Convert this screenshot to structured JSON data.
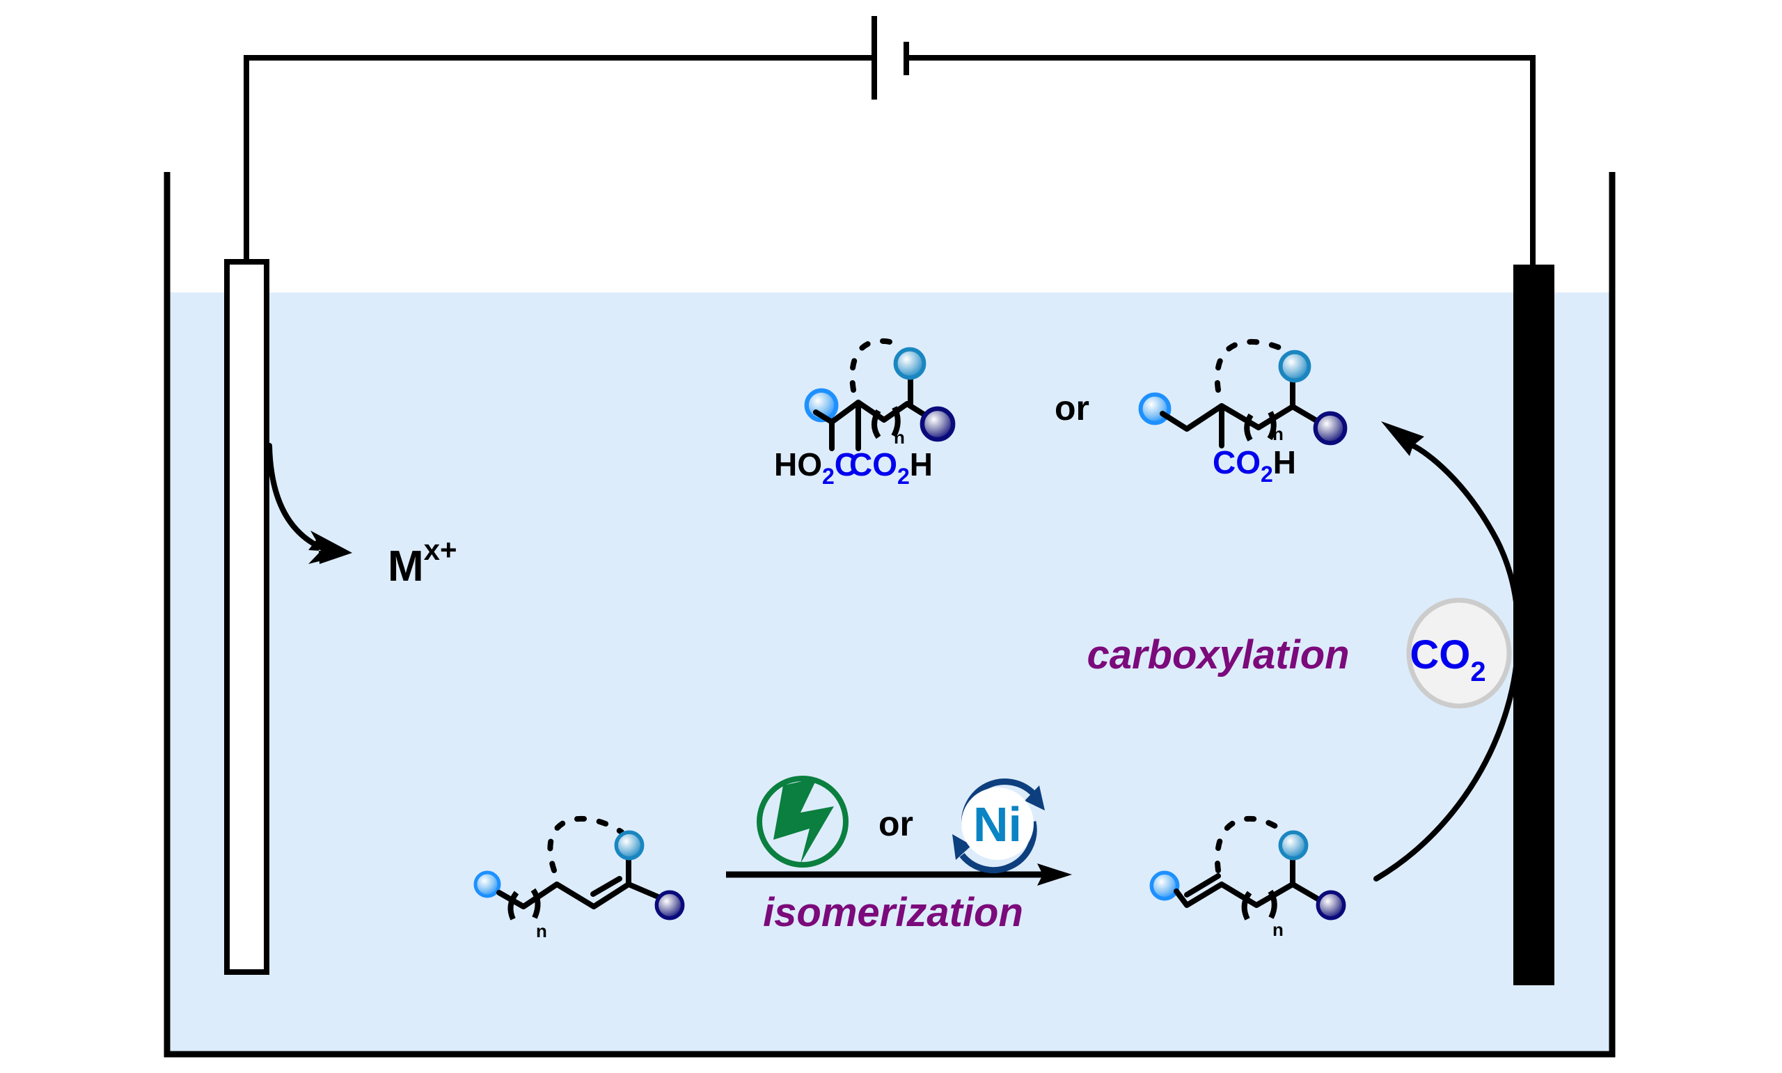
{
  "figure": {
    "title": "Electrochemical isomerization / carboxylation of alkenes with CO2",
    "cell": {
      "anode_label": "",
      "cathode_label": "",
      "electrolyte_color": "#ddecfb",
      "anode_fill": "#ffffff",
      "cathode_fill": "#000000"
    },
    "metal_ion": {
      "base": "M",
      "superscript": "x+"
    },
    "starting_material": {
      "repeat_subscript": "n",
      "description": "internal alkene with ring (dashed) substituents"
    },
    "isomerization": {
      "label": "isomerization",
      "connector": "or",
      "catalysts": [
        {
          "name": "electrochemistry",
          "icon": "lightning-bolt-icon",
          "color": "#0a7f3f"
        },
        {
          "name": "nickel catalysis",
          "icon": "ni-cycle-icon",
          "text": "Ni",
          "ring_color": "#0d3f7e",
          "text_color": "#0a84c4"
        }
      ]
    },
    "terminal_alkene": {
      "repeat_subscript": "n"
    },
    "carboxylation": {
      "label": "carboxylation",
      "reagent": {
        "base": "CO",
        "subscript": "2"
      },
      "reagent_bubble_fill": "#f2f2f2",
      "reagent_bubble_stroke": "#cccccc"
    },
    "products": {
      "connector": "or",
      "dicarboxylic": {
        "group_left": {
          "prefix": "HO",
          "sub": "2",
          "suffix": "C"
        },
        "group_right": {
          "prefix": "CO",
          "sub": "2",
          "suffix": "H"
        },
        "repeat_subscript": "n"
      },
      "monocarboxylic": {
        "group": {
          "prefix": "CO",
          "sub": "2",
          "suffix": "H"
        },
        "repeat_subscript": "n"
      }
    },
    "colors": {
      "sphere_light_blue": "#1e90ff",
      "sphere_teal_blue": "#1a86c0",
      "sphere_dark_blue": "#0a0a7a",
      "carboxyl_blue": "#0000ee",
      "label_purple": "#7b0a7b"
    }
  }
}
